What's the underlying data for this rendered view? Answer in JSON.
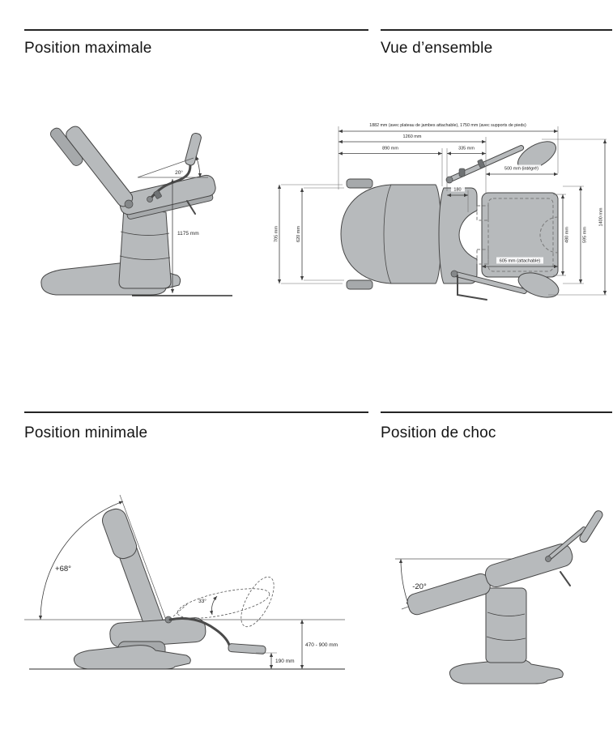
{
  "colors": {
    "line": "#464646",
    "fill": "#b7babc",
    "fill_dark": "#a6a9ab",
    "dim": "#3f3f3f",
    "text": "#141414"
  },
  "headers": {
    "position_maximale": "Position maximale",
    "vue_densemble": "Vue d’ensemble",
    "position_minimale": "Position minimale",
    "position_de_choc": "Position de choc"
  },
  "diagrams": {
    "position_maximale": {
      "angle": "20°",
      "height": "1175 mm"
    },
    "vue_densemble": {
      "total": "1882 mm (avec plateau de jambes attachable), 1750 mm (avec supports de pieds)",
      "len_1260": "1260 mm",
      "len_890": "890 mm",
      "len_335": "335 mm",
      "len_500": "500 mm (intégré)",
      "len_180": "180",
      "len_605": "605 mm (attachable)",
      "w_705": "705 mm",
      "w_620": "620 mm",
      "w_480": "480 mm",
      "w_595": "595 mm",
      "w_1400": "1400 mm"
    },
    "position_minimale": {
      "angle_backrest": "+68°",
      "angle_legrest": "33°",
      "height_range": "470 - 900 mm",
      "footplate_height": "190 mm"
    },
    "position_de_choc": {
      "angle": "-20°"
    }
  }
}
